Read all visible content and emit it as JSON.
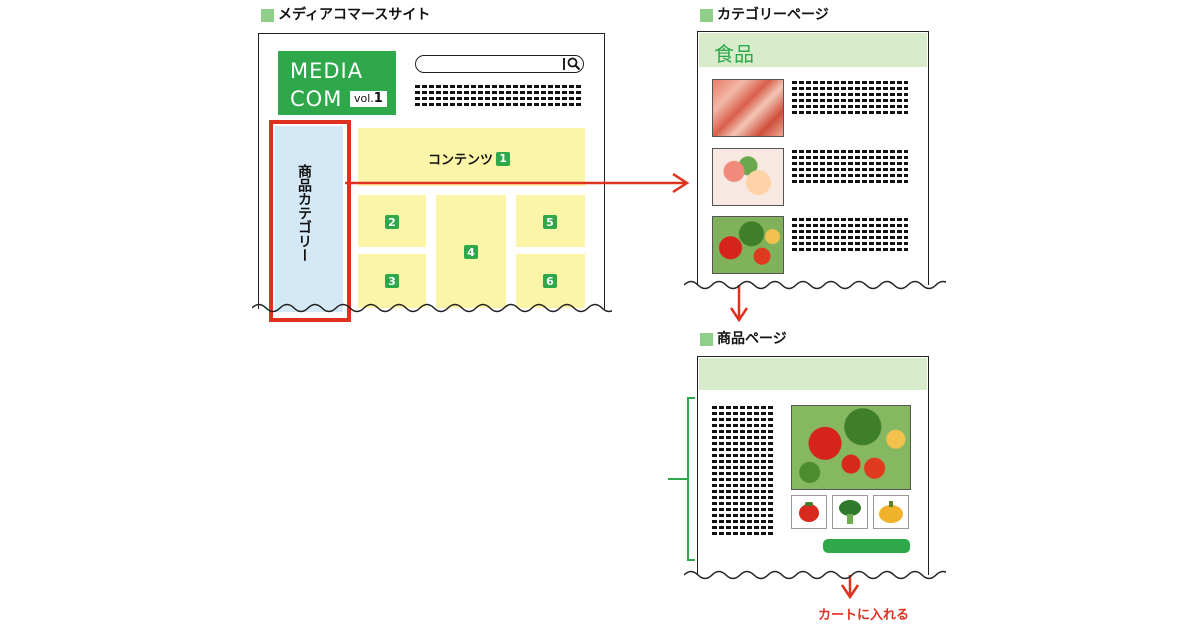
{
  "sections": {
    "media_site": "メディアコマースサイト",
    "category_page": "カテゴリーページ",
    "product_page": "商品ページ"
  },
  "logo": {
    "line1": "MEDIA",
    "line2": "COM",
    "vol_prefix": "vol.",
    "vol_num": "1"
  },
  "main": {
    "category_label": "商品カテゴリー",
    "content_label": "コンテンツ",
    "numbers": [
      "1",
      "2",
      "3",
      "4",
      "5",
      "6"
    ]
  },
  "category": {
    "title": "食品"
  },
  "product": {
    "cart_label": "カートに入れる"
  },
  "colors": {
    "accent_green": "#2ea84a",
    "highlight_red": "#e0301e",
    "content_yellow": "#fcf4a6",
    "category_blue": "#d5e8f6",
    "header_green": "#d8eccb"
  },
  "icons": [
    "search-icon",
    "meat-photo",
    "sashimi-photo",
    "vegetables-photo",
    "tomato-photo",
    "broccoli-photo",
    "pumpkin-photo"
  ]
}
